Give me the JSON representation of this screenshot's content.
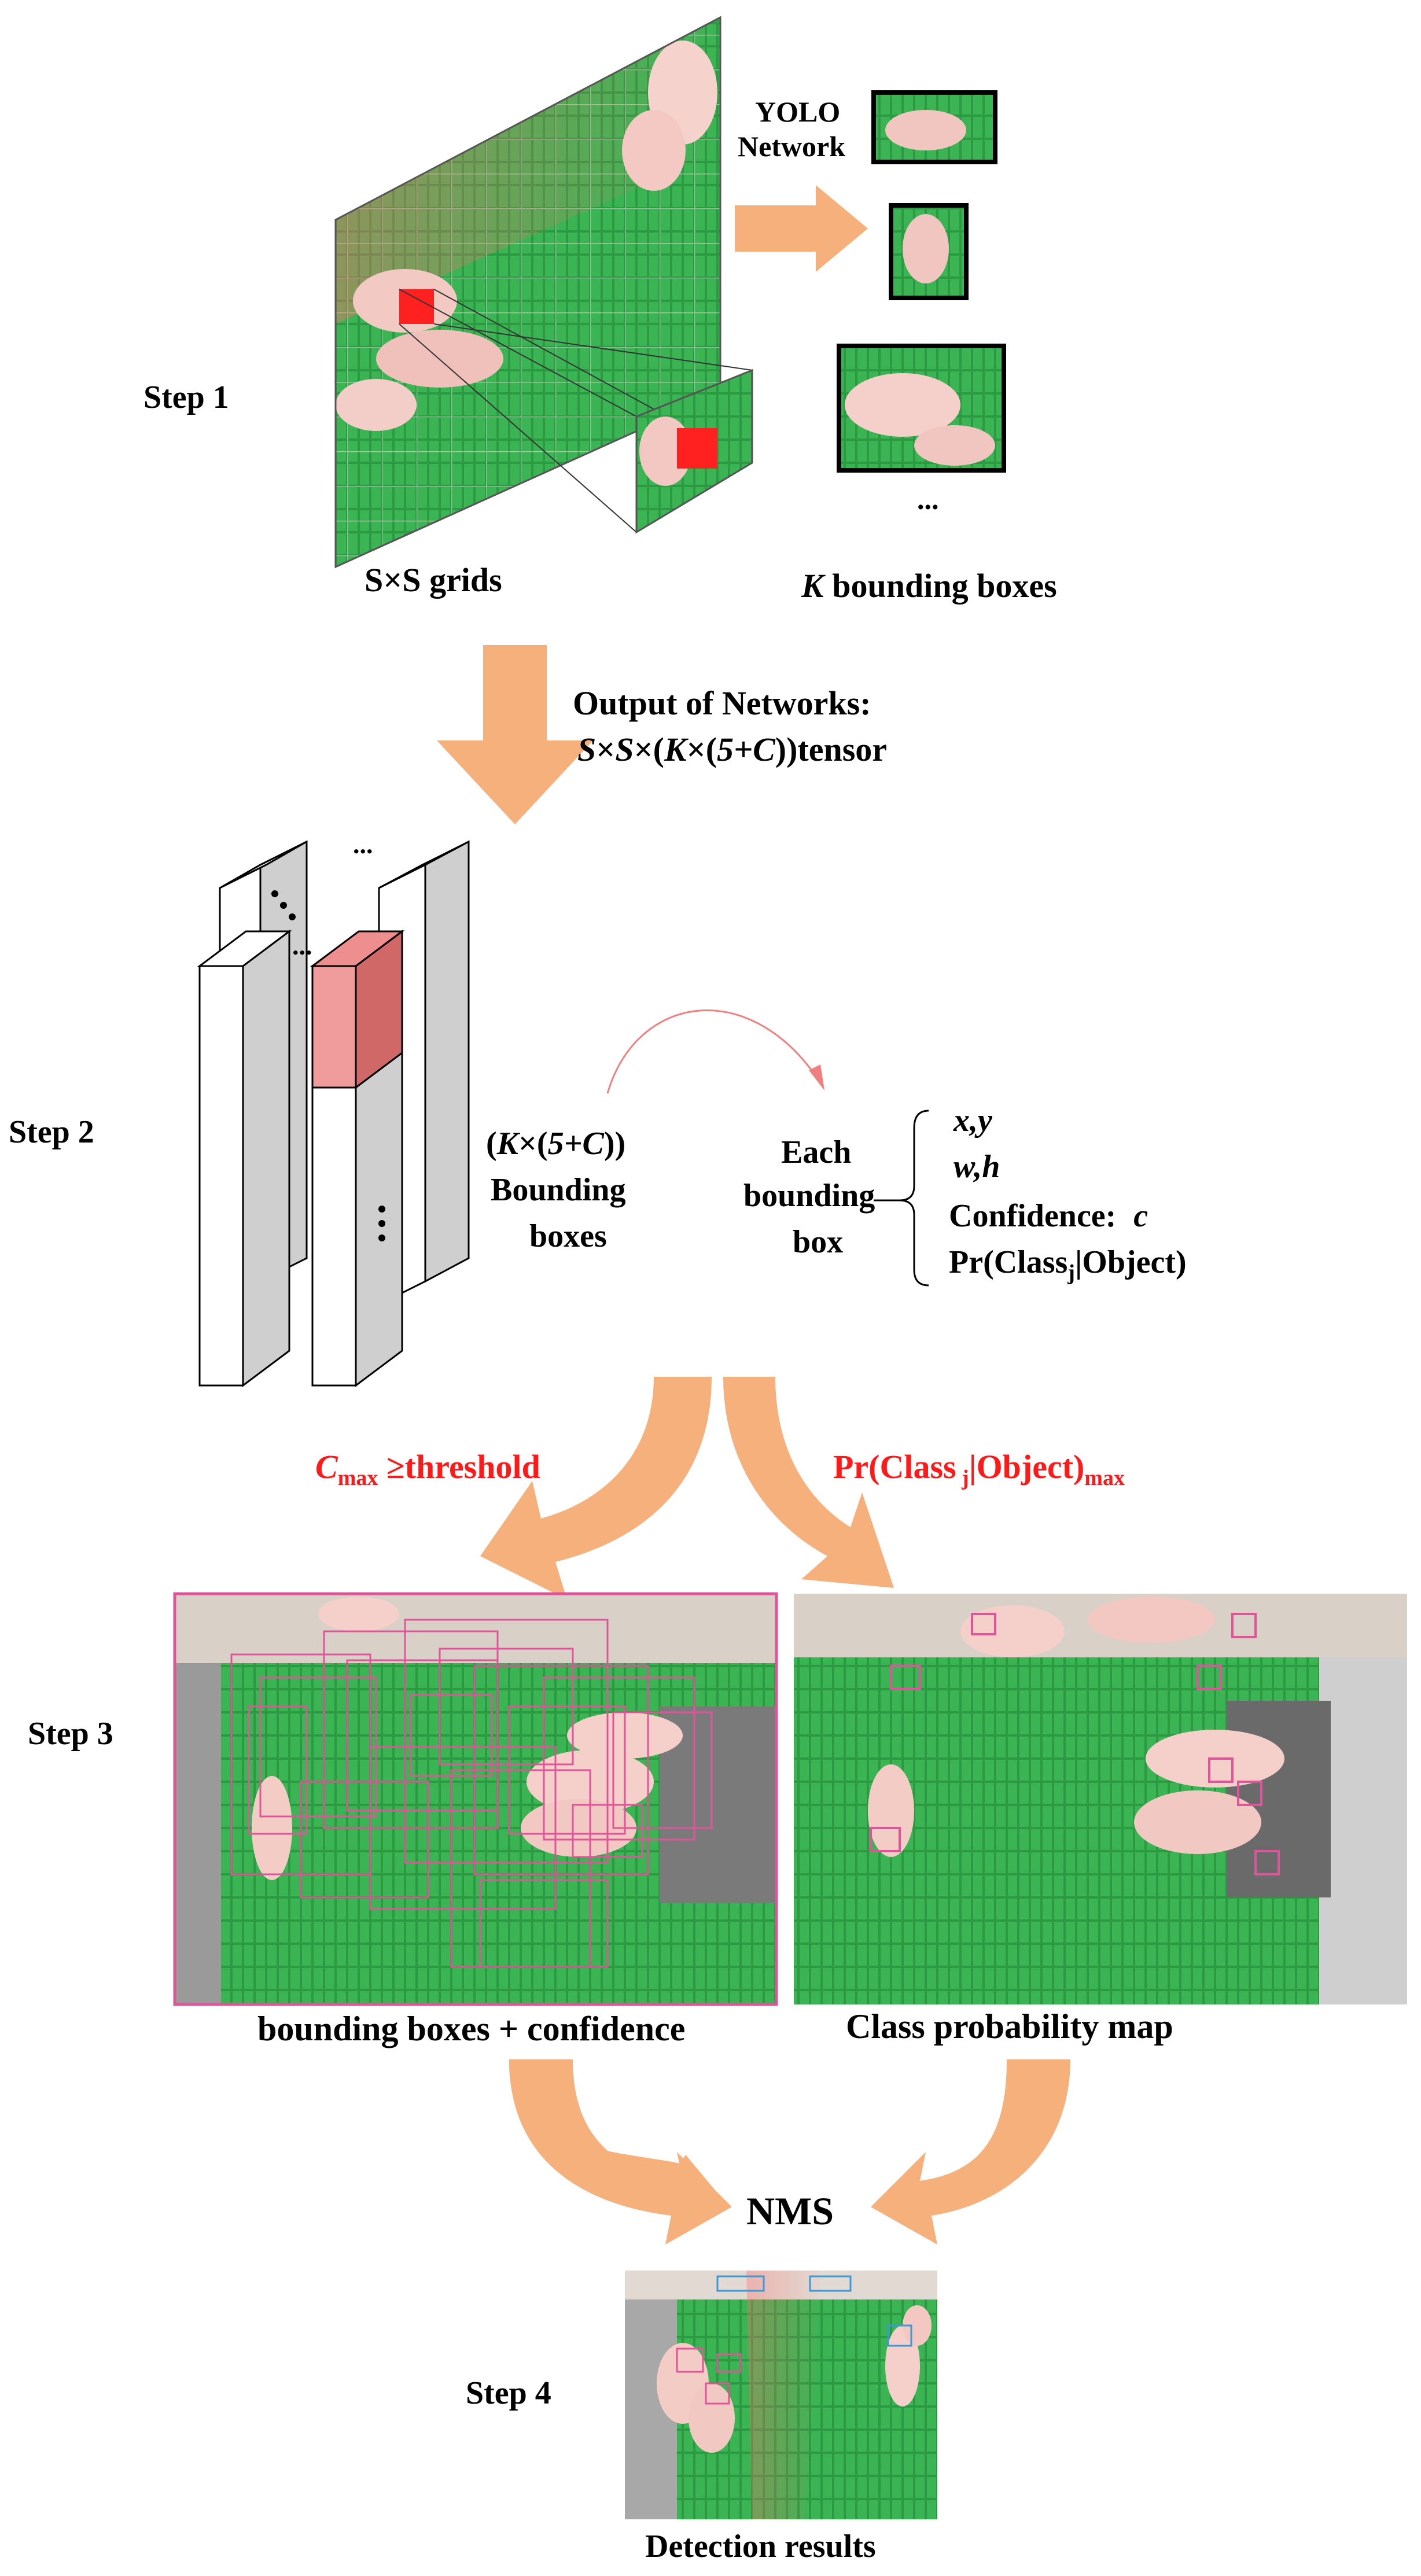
{
  "colors": {
    "accent_arrow": "#f5b07b",
    "label_red": "#ff1a1a",
    "bbox_pink": "#e0559a",
    "green_floor": "#2fa84a",
    "highlight_cell": "#ee8e8e"
  },
  "steps": {
    "step1": "Step 1",
    "step2": "Step 2",
    "step3": "Step 3",
    "step4": "Step 4"
  },
  "step1": {
    "network_label_line1": "YOLO",
    "network_label_line2": "Network",
    "grid_caption": "S×S grids",
    "bbox_caption_italic": "K",
    "bbox_caption_rest": " bounding boxes",
    "ellipsis": "..."
  },
  "output": {
    "line1": "Output of Networks:",
    "line2_s1": "S",
    "line2_x1": "×",
    "line2_s2": "S",
    "line2_x2": "×(",
    "line2_k": "K",
    "line2_x3": "×(",
    "line2_five": "5+",
    "line2_c": "C",
    "line2_end": "))tensor"
  },
  "step2": {
    "boxes_label_open": "(",
    "boxes_label_k": "K",
    "boxes_label_mid": "×(",
    "boxes_label_five": "5+",
    "boxes_label_c": "C",
    "boxes_label_close": "))",
    "boxes_label_line2": "Bounding",
    "boxes_label_line3": "boxes",
    "each_line1": "Each",
    "each_line2": "bounding",
    "each_line3": "box",
    "attr_xy": "x,y",
    "attr_wh": "w,h",
    "attr_conf_prefix": "Confidence:",
    "attr_conf_var": "c",
    "attr_prob_prefix": "Pr(Class",
    "attr_prob_sub": "j",
    "attr_prob_suffix": "|Object)",
    "dots": "..."
  },
  "branch": {
    "left_c": "C",
    "left_sub": "max",
    "left_rest": " ≥threshold",
    "right_prefix": "Pr(Class",
    "right_sub_j": " j",
    "right_mid": "|Object)",
    "right_sub_max": "max"
  },
  "step3": {
    "left_caption": "bounding boxes + confidence",
    "right_caption": "Class probability map"
  },
  "step4": {
    "nms_label": "NMS",
    "result_caption": "Detection results"
  }
}
